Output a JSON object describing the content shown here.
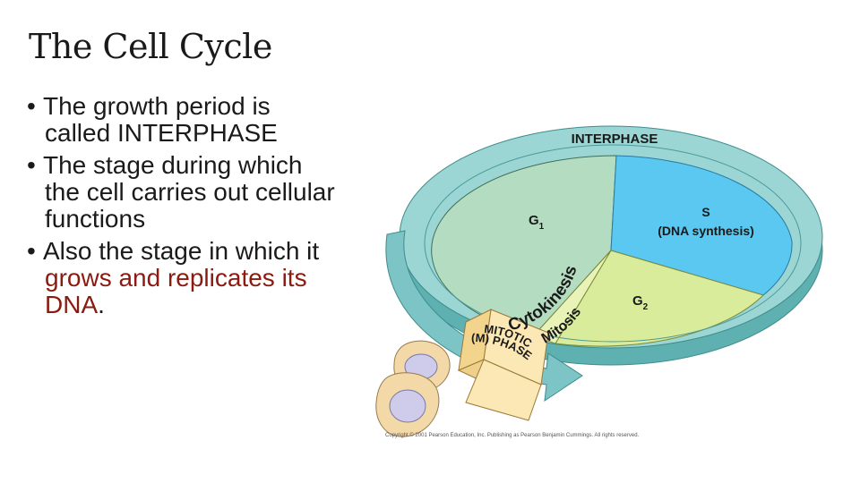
{
  "slide": {
    "title": "The Cell Cycle",
    "bullets": [
      {
        "lines": [
          "The growth period is",
          "called INTERPHASE"
        ]
      },
      {
        "lines": [
          "The stage during which",
          "the cell carries out cellular",
          "functions"
        ]
      },
      {
        "lines": [
          "Also the stage in which it"
        ],
        "red_lines": [
          "grows and replicates its",
          "DNA"
        ],
        "tail": "."
      }
    ]
  },
  "diagram": {
    "interphase_label": "INTERPHASE",
    "g1_label": "G",
    "g1_sub": "1",
    "s_label": "S",
    "s_sub_label": "(DNA synthesis)",
    "g2_label": "G",
    "g2_sub": "2",
    "cytokinesis_label": "Cytokinesis",
    "mitosis_label": "Mitosis",
    "mitotic_label_1": "MITOTIC",
    "mitotic_label_2": "(M) PHASE",
    "copyright": "Copyright © 2001 Pearson Education, Inc. Publishing as Pearson Benjamin Cummings. All rights reserved.",
    "colors": {
      "g1": "#b4dcc0",
      "s": "#5ac8f0",
      "g2": "#d8ec9c",
      "ring_top": "#8fd0cf",
      "ring_side": "#5fb0b0",
      "mitotic": "#fbe8b4",
      "cell_membrane": "#f3d8a8",
      "cell_nucleus": "#c9c6e8"
    }
  }
}
